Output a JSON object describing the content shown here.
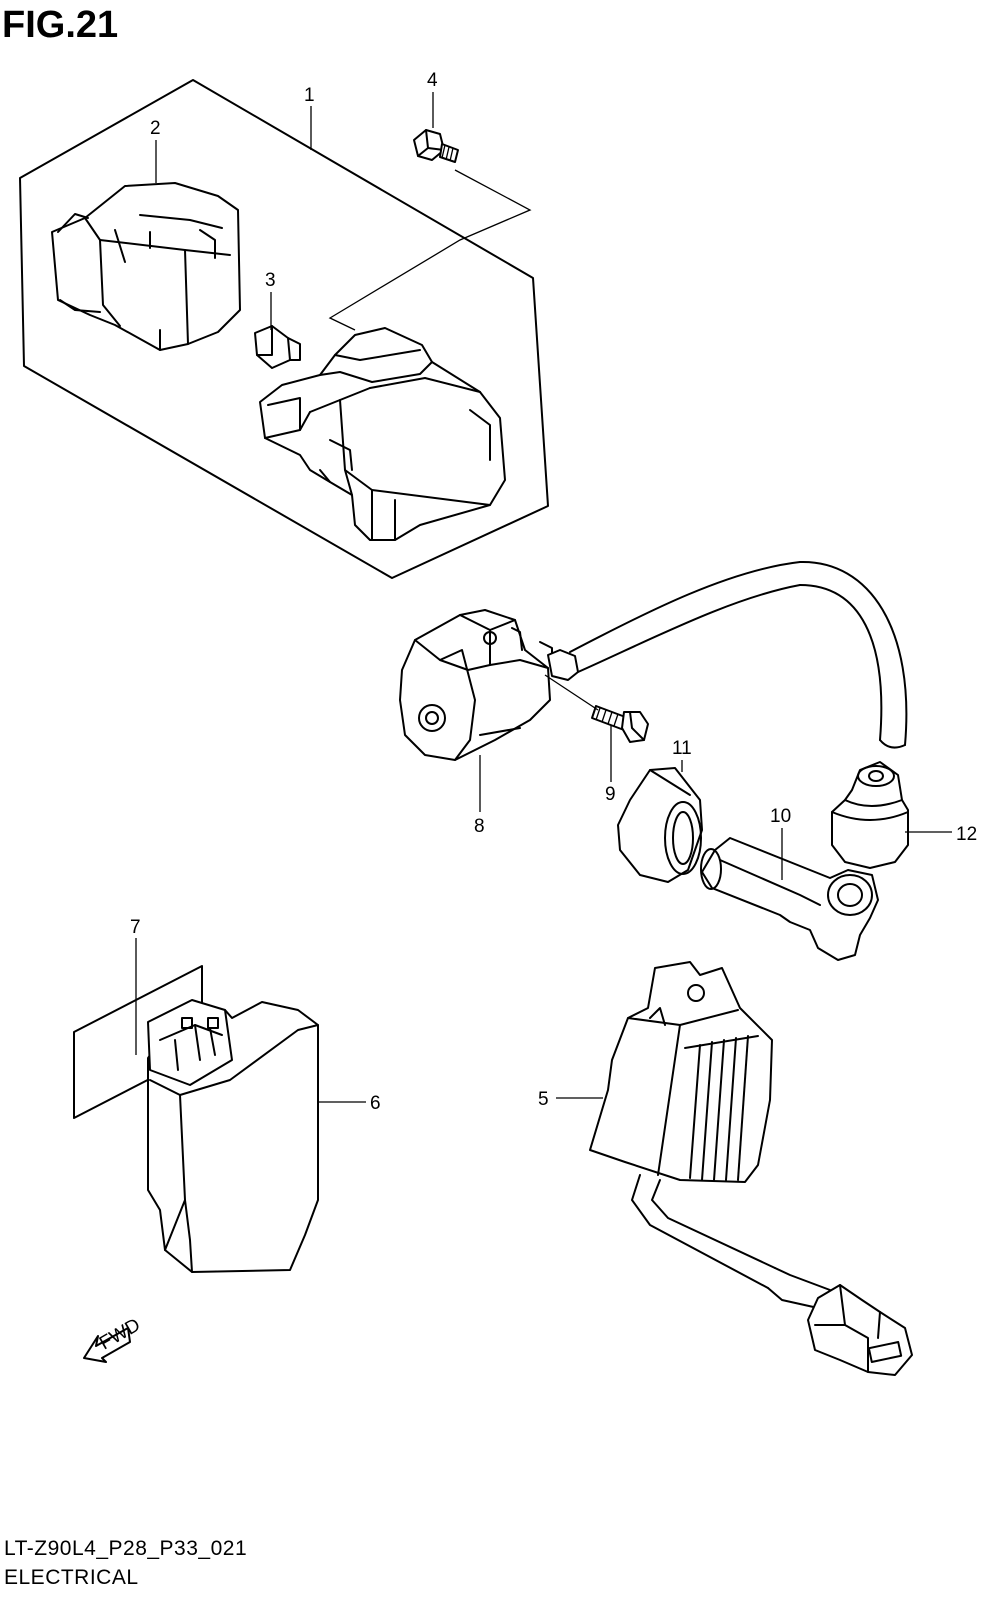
{
  "figure": {
    "title": "FIG.21",
    "code": "LT-Z90L4_P28_P33_021",
    "section": "ELECTRICAL"
  },
  "callouts": [
    "1",
    "2",
    "3",
    "4",
    "5",
    "6",
    "7",
    "8",
    "9",
    "10",
    "11",
    "12"
  ],
  "fwd_label": "FWD"
}
